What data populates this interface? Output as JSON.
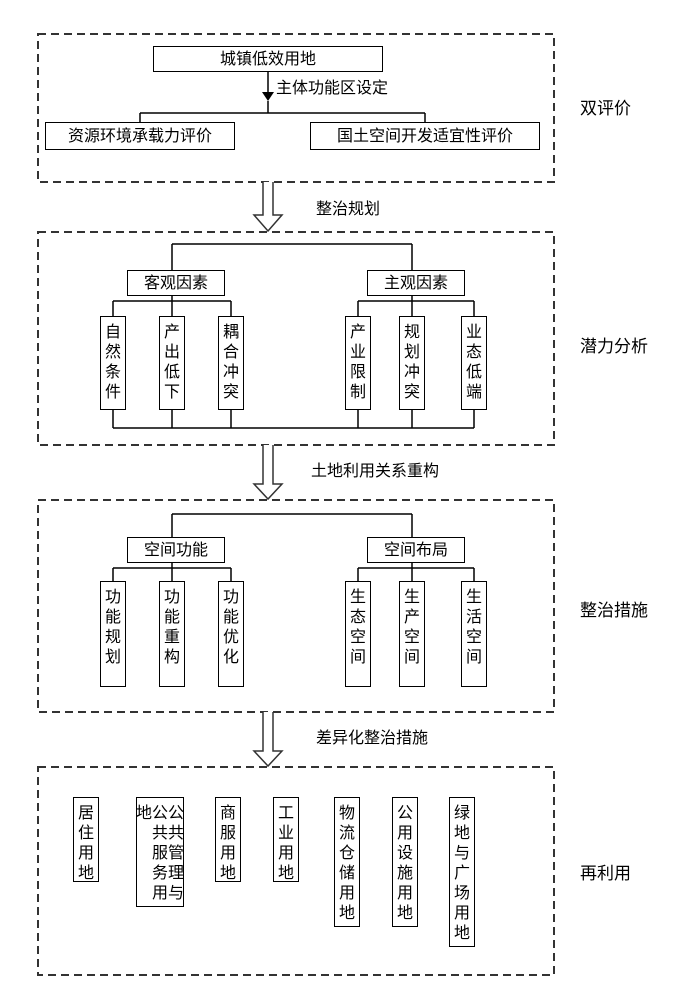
{
  "sections": {
    "dual_eval": "双评价",
    "potential": "潜力分析",
    "measures": "整治措施",
    "reuse": "再利用"
  },
  "transitions": {
    "t1": "整治规划",
    "t2": "土地利用关系重构",
    "t3": "差异化整治措施"
  },
  "block1": {
    "top": "城镇低效用地",
    "arrow_label": "主体功能区设定",
    "left": "资源环境承载力评价",
    "right": "国土空间开发适宜性评价"
  },
  "block2": {
    "left_group": "客观因素",
    "right_group": "主观因素",
    "left_items": [
      "自然条件",
      "产出低下",
      "耦合冲突"
    ],
    "right_items": [
      "产业限制",
      "规划冲突",
      "业态低端"
    ]
  },
  "block3": {
    "left_group": "空间功能",
    "right_group": "空间布局",
    "left_items": [
      "功能规划",
      "功能重构",
      "功能优化"
    ],
    "right_items": [
      "生态空间",
      "生产空间",
      "生活空间"
    ]
  },
  "block4": {
    "items": [
      "居住用地",
      "公共管理与公共服务用地",
      "商服用地",
      "工业用地",
      "物流仓储用地",
      "公用设施用地",
      "绿地与广场用地"
    ]
  }
}
